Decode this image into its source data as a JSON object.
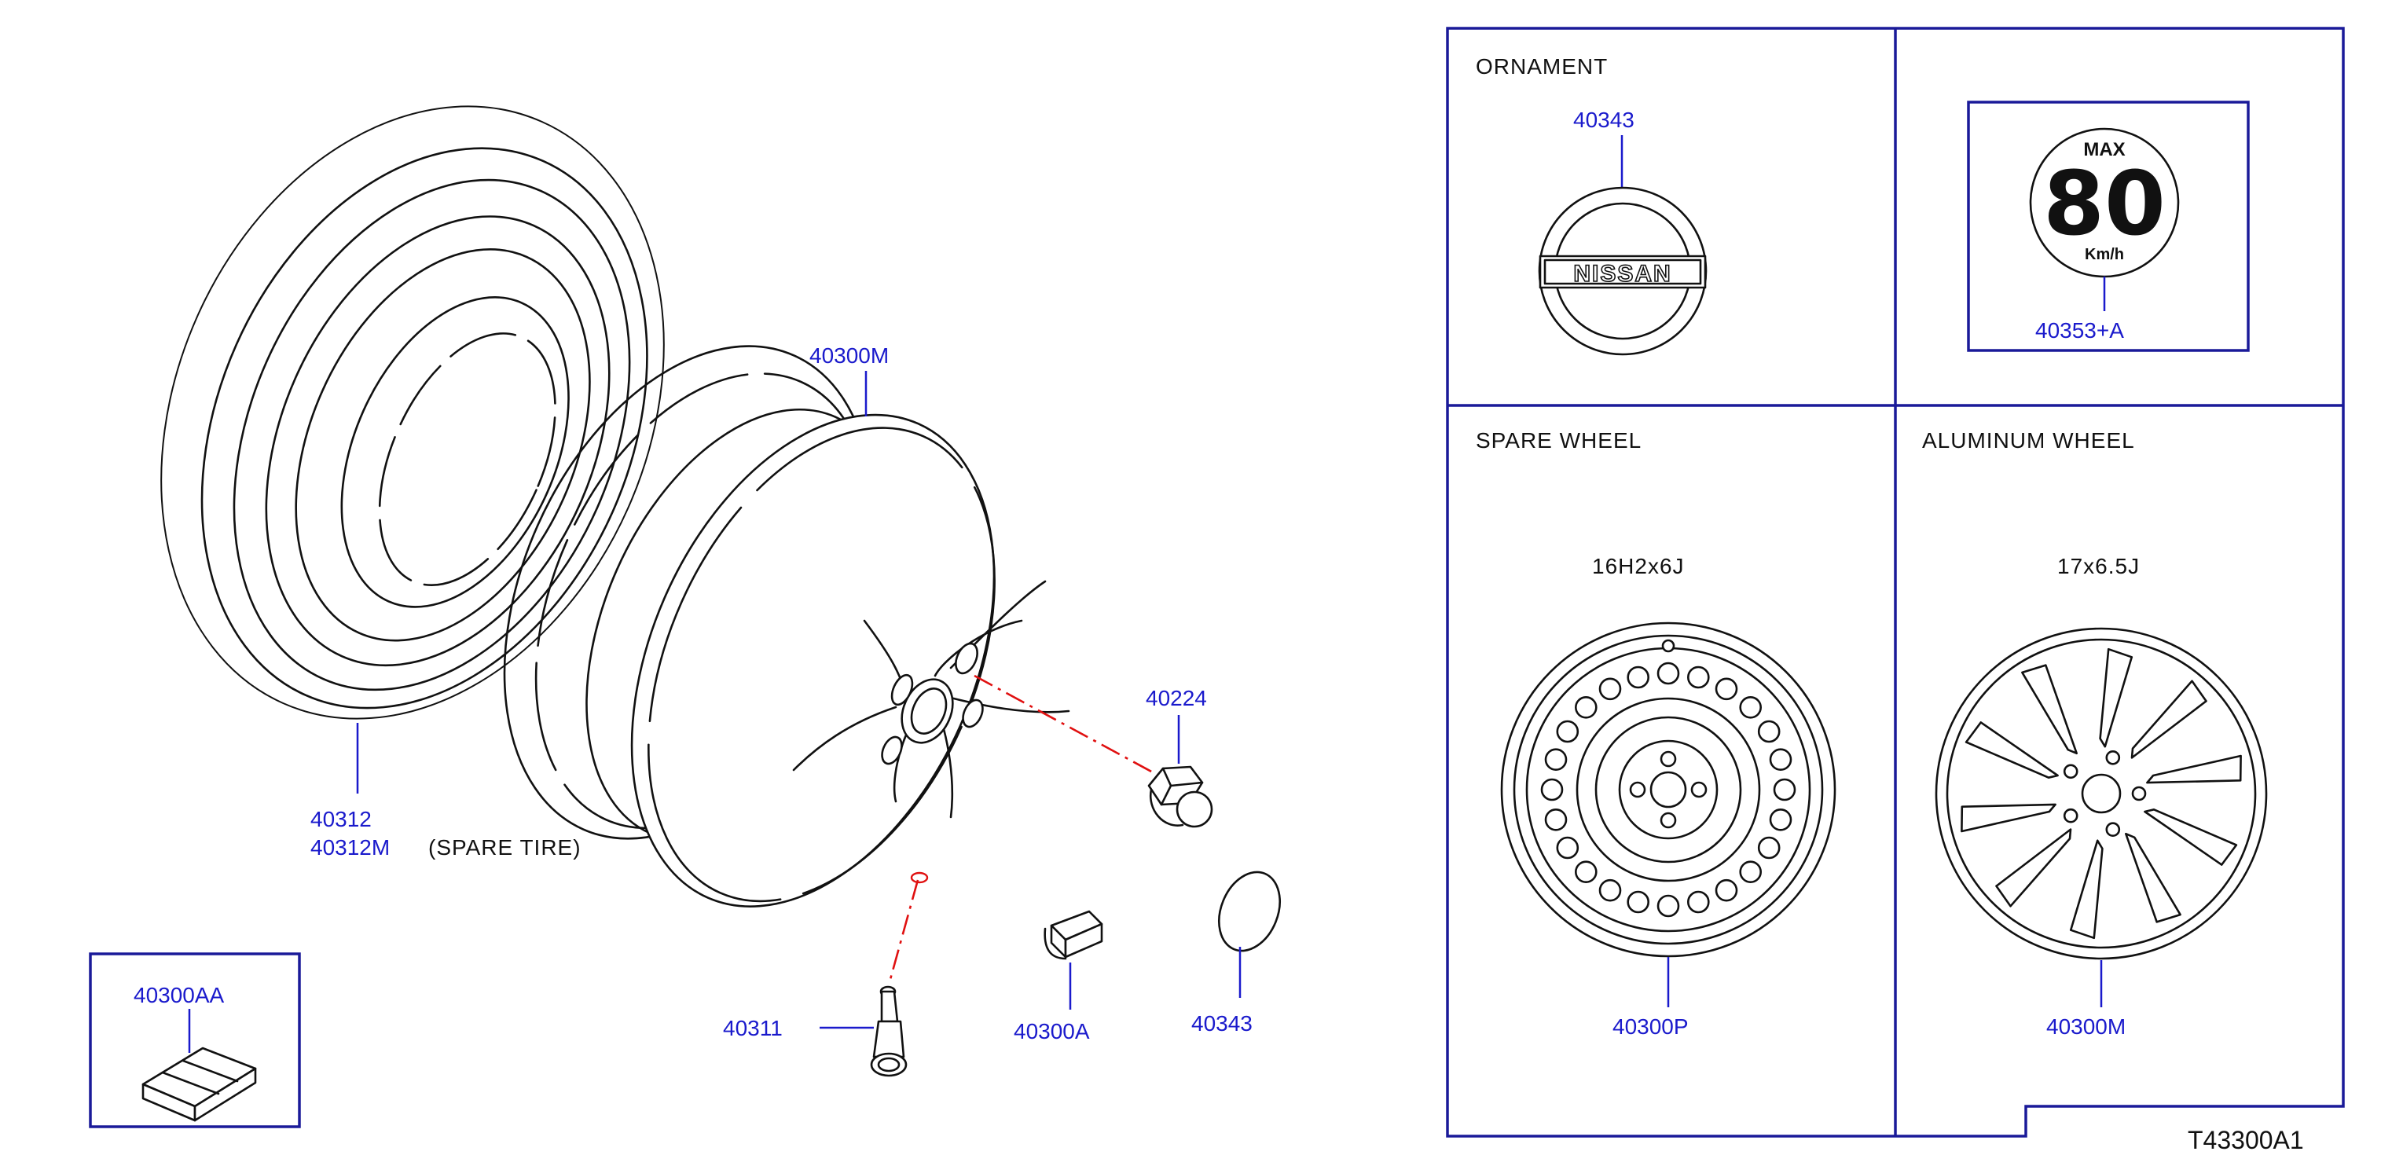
{
  "parts": {
    "tire": [
      "40312",
      "40312M"
    ],
    "spare_tire_note": "(SPARE   TIRE)",
    "wheel": "40300M",
    "nut": "40224",
    "valve": "40311",
    "balance_weight": "40300A",
    "cap": "40343",
    "weight_kit": "40300AA"
  },
  "panels": {
    "ornament": {
      "title": "ORNAMENT",
      "part": "40343",
      "badge_text": "NISSAN"
    },
    "speed_label": {
      "part": "40353+A",
      "max_text": "MAX",
      "speed": "80",
      "unit": "Km/h"
    },
    "spare_wheel": {
      "title": "SPARE   WHEEL",
      "size": "16H2x6J",
      "part": "40300P"
    },
    "aluminum_wheel": {
      "title": "ALUMINUM   WHEEL",
      "size": "17x6.5J",
      "part": "40300M"
    }
  },
  "diagram_code": "T43300A1"
}
